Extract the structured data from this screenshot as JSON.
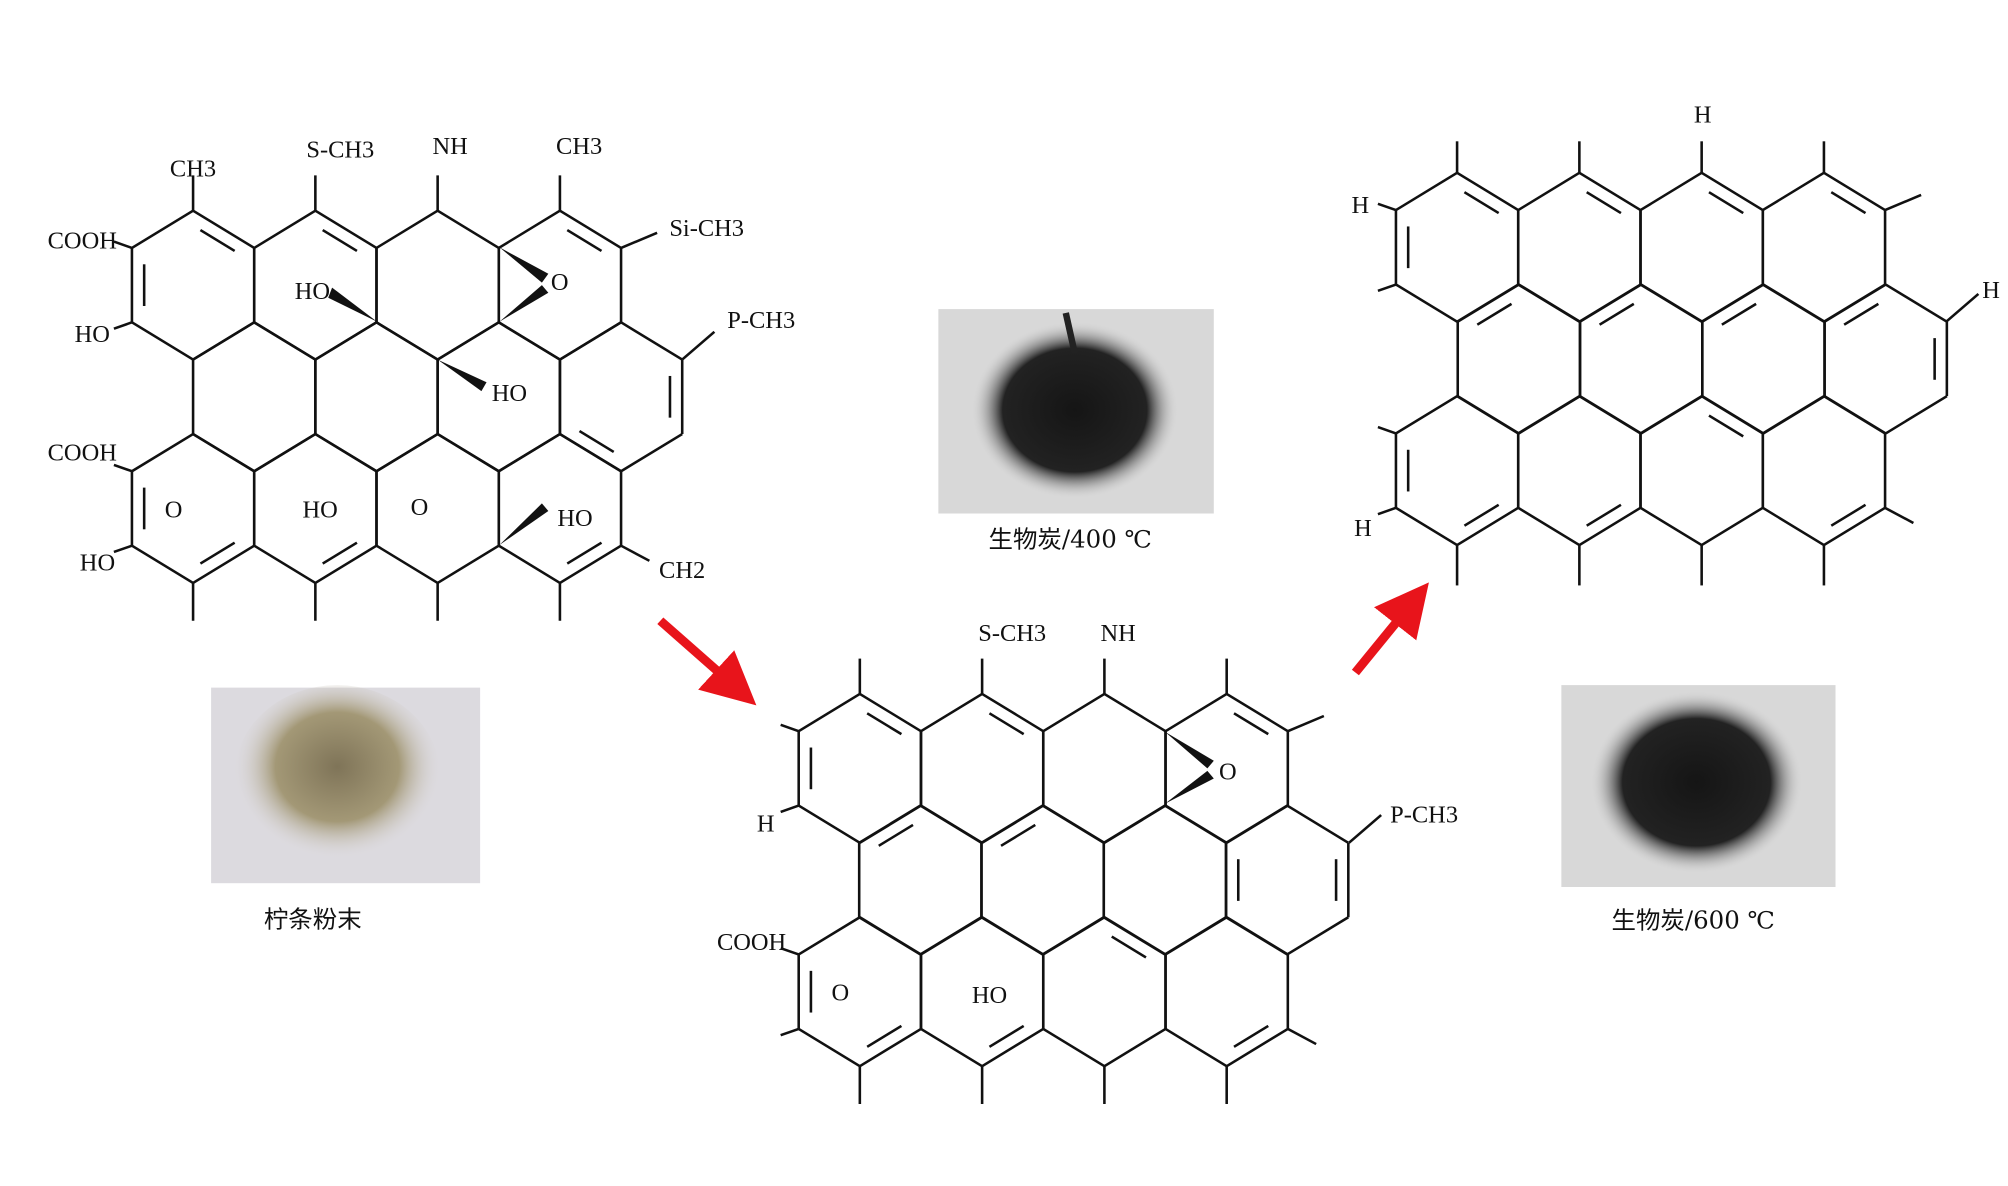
{
  "colors": {
    "arrow": "#e8141b",
    "bond": "#111111",
    "raw_powder": "#9a8e6c",
    "biochar": "#1c1c1c"
  },
  "molecules": {
    "raw": {
      "labels": [
        "CH3",
        "S-CH3",
        "NH",
        "CH3",
        "Si-CH3",
        "COOH",
        "HO",
        "HO",
        "O",
        "P-CH3",
        "HO",
        "COOH",
        "O",
        "HO",
        "O",
        "HO",
        "HO",
        "CH2"
      ]
    },
    "biochar_400": {
      "labels": [
        "S-CH3",
        "NH",
        "O",
        "H",
        "P-CH3",
        "COOH",
        "O",
        "HO"
      ]
    },
    "biochar_600": {
      "labels": [
        "H",
        "H",
        "H",
        "H"
      ]
    }
  },
  "photos": {
    "raw": {
      "caption": "柠条粉末"
    },
    "biochar_400": {
      "caption": "生物炭/400 ℃"
    },
    "biochar_600": {
      "caption": "生物炭/600 ℃"
    }
  }
}
